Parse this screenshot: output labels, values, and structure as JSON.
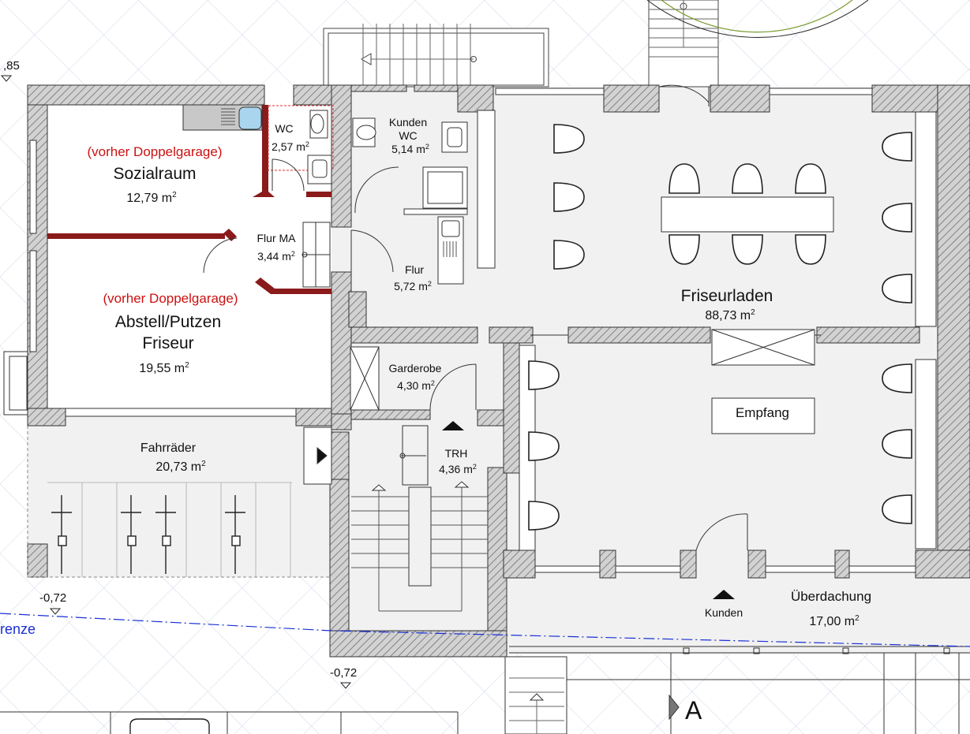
{
  "rooms": {
    "sozial": {
      "note": "(vorher Doppelgarage)",
      "name": "Sozialraum",
      "area": "12,79 m",
      "sup": "2"
    },
    "wc": {
      "name": "WC",
      "area": "2,57 m",
      "sup": "2"
    },
    "kundenwc": {
      "name1": "Kunden",
      "name2": "WC",
      "area": "5,14 m",
      "sup": "2"
    },
    "flurma": {
      "name": "Flur MA",
      "area": "3,44 m",
      "sup": "2"
    },
    "flur": {
      "name": "Flur",
      "area": "5,72 m",
      "sup": "2"
    },
    "abstell": {
      "note": "(vorher Doppelgarage)",
      "name1": "Abstell/Putzen",
      "name2": "Friseur",
      "area": "19,55 m",
      "sup": "2"
    },
    "friseur": {
      "name": "Friseurladen",
      "area": "88,73 m",
      "sup": "2"
    },
    "garderobe": {
      "name": "Garderobe",
      "area": "4,30 m",
      "sup": "2"
    },
    "trh": {
      "name": "TRH",
      "area": "4,36 m",
      "sup": "2"
    },
    "fahrraeder": {
      "name": "Fahrräder",
      "area": "20,73 m",
      "sup": "2"
    },
    "ueberdachung": {
      "name": "Überdachung",
      "area": "17,00 m",
      "sup": "2"
    }
  },
  "labels": {
    "empfang": "Empfang",
    "kunden": "Kunden",
    "level_top": ",85",
    "level_left": "-0,72",
    "level_bottom": "-0,72",
    "grenze": "renze",
    "section": "A"
  },
  "colors": {
    "wall_hatch": "#9a9a9a",
    "red_wall": "#8b1a1a",
    "red_text": "#cc1111",
    "floor_fill": "#f1f1f1",
    "line": "#222222",
    "blue_line": "#1a2fd6",
    "grid": "#c8d3e6"
  }
}
